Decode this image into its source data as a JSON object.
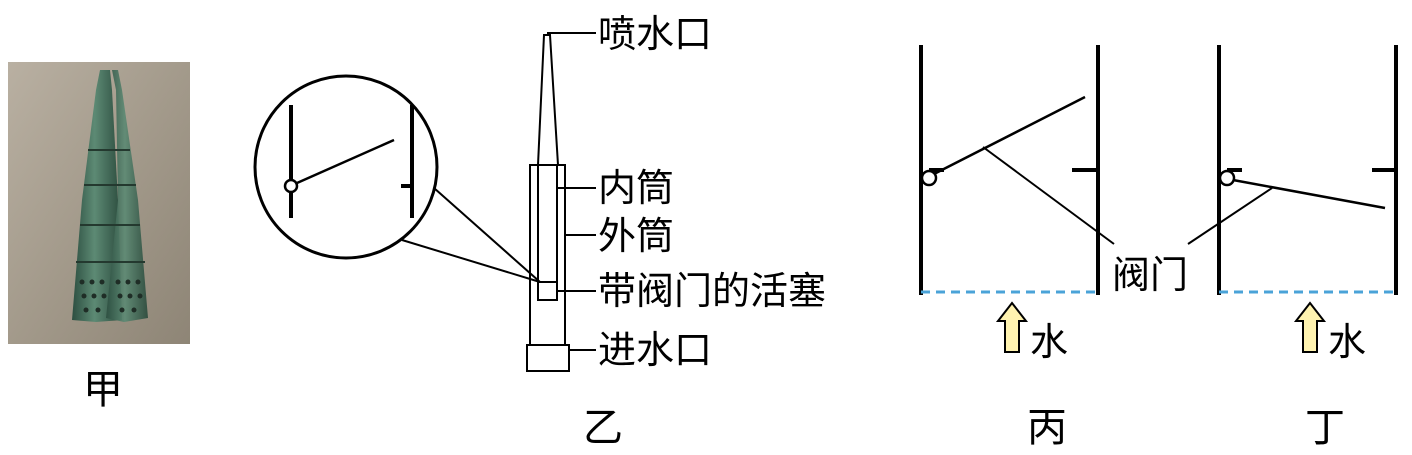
{
  "captions": {
    "jia": "甲",
    "yi": "乙",
    "bing": "丙",
    "ding": "丁"
  },
  "labels": {
    "nozzle": "喷水口",
    "inner_tube": "内筒",
    "outer_tube": "外筒",
    "piston": "带阀门的活塞",
    "inlet": "进水口",
    "valve": "阀门",
    "water_bing": "水",
    "water_ding": "水"
  },
  "colors": {
    "line": "#000000",
    "water_level": "#4aa3d8",
    "arrow_fill": "#fff3b0",
    "photo_ground": "#a89f90",
    "photo_pipe": "#3f6b57"
  },
  "icons": {
    "water_arrow": "up-arrow-icon",
    "photo": "bamboo-pipe-photo"
  }
}
